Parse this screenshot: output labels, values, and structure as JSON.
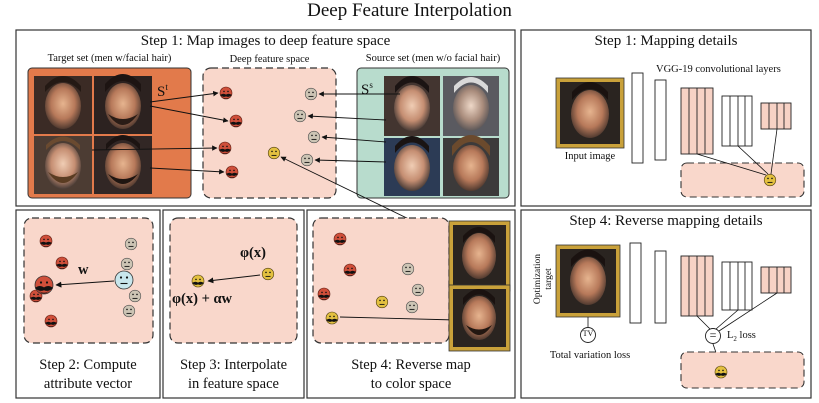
{
  "title": "Deep Feature Interpolation",
  "step1": {
    "heading": "Step 1: Map images to deep feature space",
    "target_label": "Target set (men w/facial hair)",
    "feature_label": "Deep feature space",
    "source_label": "Source set (men w/o facial hair)",
    "target_set_symbol": "S",
    "target_set_sup": "t",
    "source_set_symbol": "S",
    "source_set_sup": "s"
  },
  "step1_details": {
    "heading": "Step 1: Mapping details",
    "network_label": "VGG-19 convolutional layers",
    "input_label": "Input image"
  },
  "step2": {
    "caption_line1": "Step 2: Compute",
    "caption_line2": "attribute vector",
    "vector_label": "w"
  },
  "step3": {
    "caption_line1": "Step 3: Interpolate",
    "caption_line2": "in feature space",
    "phi_x": "φ(x)",
    "phi_interp": "φ(x) + αw"
  },
  "step4": {
    "caption_line1": "Step 4: Reverse map",
    "caption_line2": "to color space"
  },
  "step4_details": {
    "heading": "Step 4: Reverse mapping details",
    "optimization_target": "Optimization target",
    "tv_node": "TV",
    "tv_label": "Total variation loss",
    "l2_label_main": "L",
    "l2_label_sub": "2",
    "l2_label_rest": " loss",
    "eq_symbol": "="
  },
  "colors": {
    "target_panel": "#e27a4b",
    "source_panel": "#b8dccd",
    "feature_space": "#f9d7cb",
    "details_box": "#f9d7cb",
    "layer_fill": "#f7d2c5",
    "input_frame": "#c9a13a",
    "mustache_icon": "#cf4f3a",
    "smiley_icon": "#ccc4b4",
    "highlight_icon": "#e3c040"
  }
}
